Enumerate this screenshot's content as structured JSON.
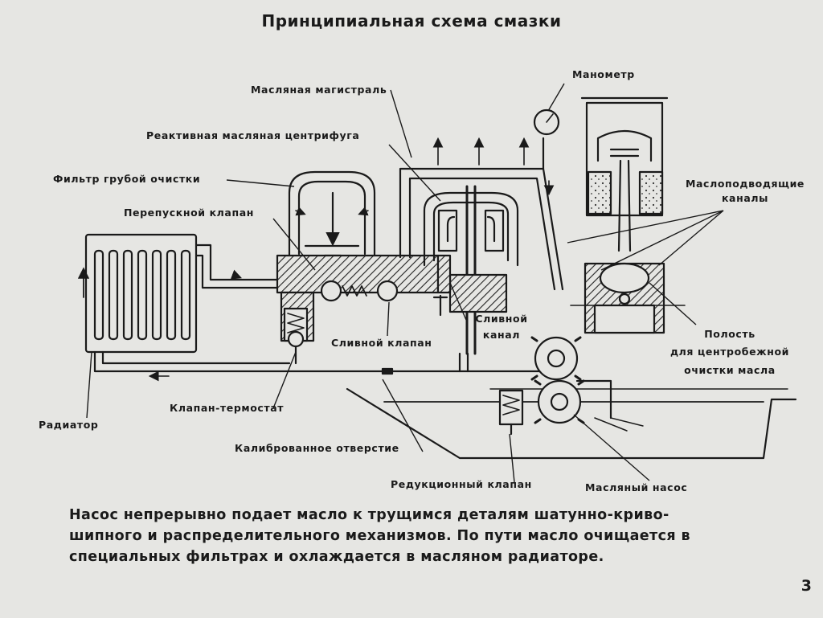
{
  "title": "Принципиальная схема смазки",
  "labels": {
    "oil_main": "Масляная магистраль",
    "manometer": "Манометр",
    "jet_centrifuge": "Реактивная масляная центрифуга",
    "coarse_filter": "Фильтр грубой очистки",
    "supply_channels_1": "Маслоподводящие",
    "supply_channels_2": "каналы",
    "bypass_valve": "Перепускной клапан",
    "drain_valve": "Сливной клапан",
    "drain_channel_1": "Сливной",
    "drain_channel_2": "канал",
    "cavity_1": "Полость",
    "cavity_2": "для центробежной",
    "cavity_3": "очистки масла",
    "thermostat_valve": "Клапан-термостат",
    "radiator": "Радиатор",
    "calibrated_orifice": "Калиброванное отверстие",
    "reducing_valve": "Редукционный клапан",
    "oil_pump": "Масляный насос"
  },
  "caption_lines": [
    "Насос непрерывно подает масло к трущимся деталям шатунно-криво-",
    "шипного и распределительного   механизмов. По пути масло очищается в",
    "специальных фильтрах и охлаждается в масляном радиаторе."
  ],
  "page_number": "3"
}
